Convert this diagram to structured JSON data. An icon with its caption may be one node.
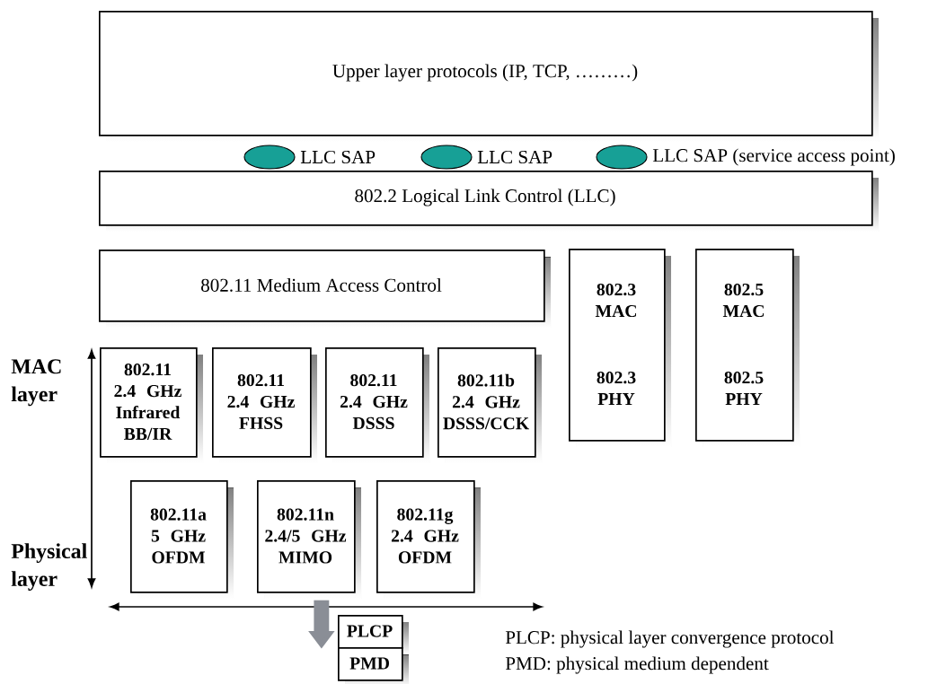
{
  "diagram": {
    "nodes": [
      {
        "text": [
          "Upper layer protocols (IP, TCP, ………)"
        ]
      },
      {
        "text": [],
        "shape": "ellipse",
        "beside": [
          "LLC SAP"
        ]
      },
      {
        "text": [],
        "shape": "ellipse",
        "beside": [
          "LLC SAP"
        ]
      },
      {
        "text": [],
        "shape": "ellipse",
        "beside": [
          "LLC SAP (service access point)"
        ]
      },
      {
        "text": [
          "802.2 Logical Link Control (LLC)"
        ]
      },
      {
        "text": [
          "802.11 Medium Access Control"
        ]
      },
      {
        "text": [
          "802.3 MAC",
          "802.3 PHY"
        ]
      },
      {
        "text": [
          "802.5 MAC",
          "802.5 PHY"
        ]
      },
      {
        "text": [
          "802.11 2.4 GHz Infrared BB/IR"
        ]
      },
      {
        "text": [
          "802.11 2.4 GHz FHSS"
        ]
      },
      {
        "text": [
          "802.11 2.4 GHz DSSS"
        ]
      },
      {
        "text": [
          "802.11b 2.4 GHz DSSS/CCK"
        ]
      },
      {
        "text": [
          "802.11a 5 GHz OFDM"
        ]
      },
      {
        "text": [
          "802.11n 2.4/5 GHz MIMO"
        ]
      },
      {
        "text": [
          "802.11g 2.4 GHz OFDM"
        ]
      },
      {
        "text": [
          "PLCP"
        ]
      },
      {
        "text": [
          "PMD"
        ]
      }
    ],
    "edges": [
      {
        "from": 13,
        "to": 15,
        "arrow": "to"
      }
    ],
    "labels": [
      "MAC layer",
      "Physical layer",
      "PLCP: physical layer convergence protocol",
      "PMD: physical medium dependent"
    ]
  }
}
